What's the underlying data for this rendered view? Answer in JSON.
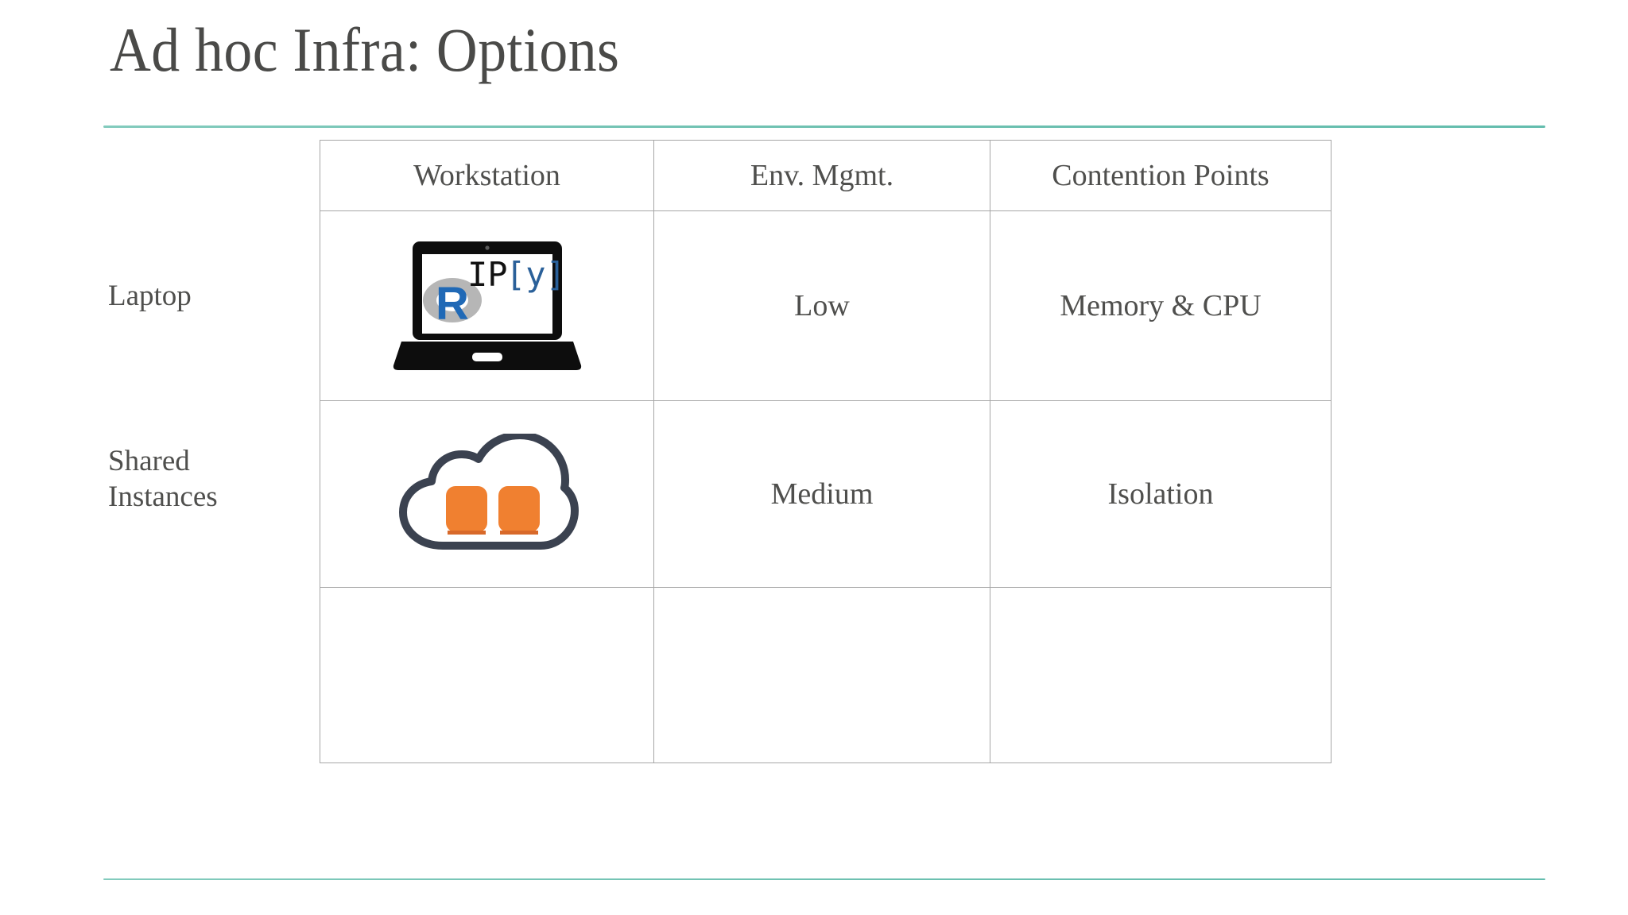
{
  "slide": {
    "title": "Ad hoc Infra: Options",
    "accent_color": "#6dc0b0",
    "text_color": "#4f4f4d",
    "background": "#ffffff"
  },
  "table": {
    "columns": [
      "Workstation",
      "Env. Mgmt.",
      "Contention Points"
    ],
    "row_labels": [
      "Laptop",
      "Shared Instances"
    ],
    "rows": [
      {
        "label": "Laptop",
        "workstation_icon": "laptop-r-ipython-icon",
        "env_mgmt": "Low",
        "contention_points": "Memory & CPU"
      },
      {
        "label": "Shared Instances",
        "workstation_icon": "cloud-instances-icon",
        "env_mgmt": "Medium",
        "contention_points": "Isolation"
      },
      {
        "label": "",
        "workstation_icon": "",
        "env_mgmt": "",
        "contention_points": ""
      }
    ]
  },
  "icons": {
    "laptop": {
      "name": "laptop-r-ipython-icon",
      "body_color": "#0d0d0d",
      "screen_color": "#ffffff",
      "logos": [
        "R",
        "IP[y]"
      ],
      "r_blue": "#2069b6",
      "r_gray": "#b0b0b0",
      "ipy_black": "#111111",
      "ipy_blue": "#2a6099"
    },
    "cloud": {
      "name": "cloud-instances-icon",
      "outline_color": "#3b4250",
      "tile_color": "#f08030",
      "tile_count": 2
    }
  },
  "labels": {
    "title_text": "Ad hoc Infra: Options",
    "header_workstation": "Workstation",
    "header_env": "Env. Mgmt.",
    "header_contention": "Contention Points",
    "row1_label": "Laptop",
    "row2_label_line1": "Shared",
    "row2_label_line2": "Instances",
    "row1_env": "Low",
    "row1_cont": "Memory & CPU",
    "row2_env": "Medium",
    "row2_cont": "Isolation"
  }
}
